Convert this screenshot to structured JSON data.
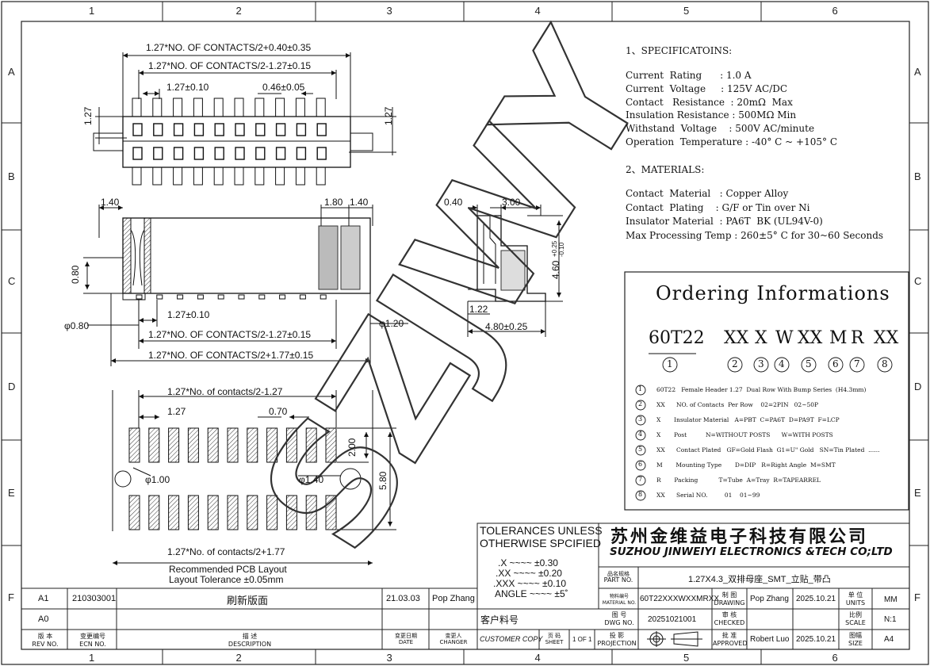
{
  "frame": {
    "columns": [
      "1",
      "2",
      "3",
      "4",
      "5",
      "6"
    ],
    "rows": [
      "A",
      "B",
      "C",
      "D",
      "E",
      "F"
    ]
  },
  "specs": {
    "title": "1、SPECIFICATOINS:",
    "lines": [
      "Current  Rating      : 1.0 A",
      "Current  Voltage     : 125V AC/DC",
      "Contact   Resistance  : 20mΩ  Max",
      "Insulation Resistance : 500MΩ Min",
      "Withstand  Voltage    : 500V AC/minute",
      "Operation  Temperature : -40° C ~ +105° C"
    ]
  },
  "materials": {
    "title": "2、MATERIALS:",
    "lines": [
      "Contact  Material   : Copper Alloy",
      "Contact  Plating    : G/F or Tin over Ni",
      "Insulator Material  : PA6T  BK (UL94V-0)",
      "Max Processing Temp : 260±5° C for 30~60 Seconds"
    ]
  },
  "ordering": {
    "title": "Ordering Informations",
    "codes": [
      "60T22",
      "XX",
      "X",
      "W",
      "XX",
      "M",
      "R",
      "XX"
    ],
    "numbers": [
      "1",
      "2",
      "3",
      "4",
      "5",
      "6",
      "7",
      "8"
    ],
    "items": [
      "60T22   Female Header 1.27  Dual Row With Bump Series  (H4.3mm)",
      "XX      NO. of Contacts  Per Row    02=2PIN   02~50P",
      "X       Insulator Material   A=PBT  C=PA6T  D=PA9T  F=LCP",
      "X       Post          N=WITHOUT POSTS      W=WITH POSTS",
      "XX      Contact Plated   GF=Gold Flash  G1=U\" Gold   SN=Tin Plated  ......",
      "M       Mounting Type       D=DIP   R=Right Angle  M=SMT",
      "R       Packing           T=Tube  A=Tray  R=TAPEARREL",
      "XX      Serial NO.         01    01~99"
    ]
  },
  "dims": {
    "top1": "1.27*NO. OF CONTACTS/2+0.40±0.35",
    "top2": "1.27*NO. OF CONTACTS/2-1.27±0.15",
    "pitch": "1.27±0.10",
    "pin": "0.46±0.05",
    "left127": "1.27",
    "right127": "1.27",
    "s140a": "1.40",
    "s180": "1.80",
    "s140b": "1.40",
    "s080": "0.80",
    "phi080": "φ0.80",
    "pitch2": "1.27±0.10",
    "phi120": "φ1.20",
    "mid1": "1.27*NO. OF CONTACTS/2-1.27±0.15",
    "mid2": "1.27*NO. OF CONTACTS/2+1.77±0.15",
    "side040": "0.40",
    "side300": "3.00",
    "side460": "4.60",
    "side460tol": "+0.25\n-0.10",
    "side122": "1.22",
    "side480": "4.80±0.25",
    "pcb1": "1.27*No. of contacts/2-1.27",
    "pcb127": "1.27",
    "pcb070": "0.70",
    "pcb200": "2.00",
    "pcbphi100": "φ1.00",
    "pcbphi140": "φ1.40",
    "pcb580": "5.80",
    "pcb2": "1.27*No. of contacts/2+1.77",
    "pcbnote1": "Recommended PCB Layout",
    "pcbnote2": "Layout Tolerance ±0.05mm"
  },
  "watermark": "SZJWY",
  "tolerance": {
    "title1": "TOLERANCES UNLESS",
    "title2": "OTHERWISE SPCIFIED",
    "l1": ".X  ~~~~  ±0.30",
    "l2": ".XX  ~~~~  ±0.20",
    "l3": ".XXX  ~~~~  ±0.10",
    "l4": "ANGLE  ~~~~  ±5˚"
  },
  "company": {
    "cn": "苏州金维益电子科技有限公司",
    "en": "SUZHOU JINWEIYI ELECTRONICS &TECH CO;LTD"
  },
  "titleblock": {
    "partname_label_cn": "品名规格",
    "partname_label_en": "PART NO.",
    "partname_value": "1.27X4.3_双排母座_SMT_立贴_带凸",
    "material_label_cn": "物料编号",
    "material_label_en": "MATERIAL NO.",
    "material_value": "60T22XXXWXXMRXX",
    "drawing_cn": "制 图",
    "drawing_en": "DRAWING",
    "drawing_name": "Pop Zhang",
    "drawing_date": "2025.10.21",
    "units_cn": "单 位",
    "units_en": "UNITS",
    "units_value": "MM",
    "dwg_cn": "图 号",
    "dwg_en": "DWG NO.",
    "dwg_value": "20251021001",
    "checked_cn": "审 核",
    "checked_en": "CHECKED",
    "scale_cn": "比例",
    "scale_en": "SCALE",
    "scale_value": "N:1",
    "customer_cn": "客户料号",
    "customer_copy": "CUSTOMER COPY",
    "sheet_cn": "页 码",
    "sheet_en": "SHEET",
    "sheet_value": "1 OF 1",
    "projection_cn": "投 影",
    "projection_en": "PROJECTION",
    "approved_cn": "批 准",
    "approved_en": "APPROVED",
    "approved_name": "Robert Luo",
    "approved_date": "2025.10.21",
    "size_cn": "图幅",
    "size_en": "SIZE",
    "size_value": "A4"
  },
  "revisions": {
    "rows": [
      {
        "rev": "A1",
        "ecn": "210303001",
        "desc": "刷新版面",
        "date": "21.03.03",
        "changer": "Pop Zhang"
      },
      {
        "rev": "A0",
        "ecn": "",
        "desc": "",
        "date": "",
        "changer": ""
      }
    ],
    "head": {
      "rev_cn": "版  本",
      "rev_en": "REV NO.",
      "ecn_cn": "变更编号",
      "ecn_en": "ECN  NO.",
      "desc_cn": "描  述",
      "desc_en": "DESCRIPTION",
      "date_cn": "变更日期",
      "date_en": "DATE",
      "changer_cn": "变更人",
      "changer_en": "CHANGER"
    }
  }
}
